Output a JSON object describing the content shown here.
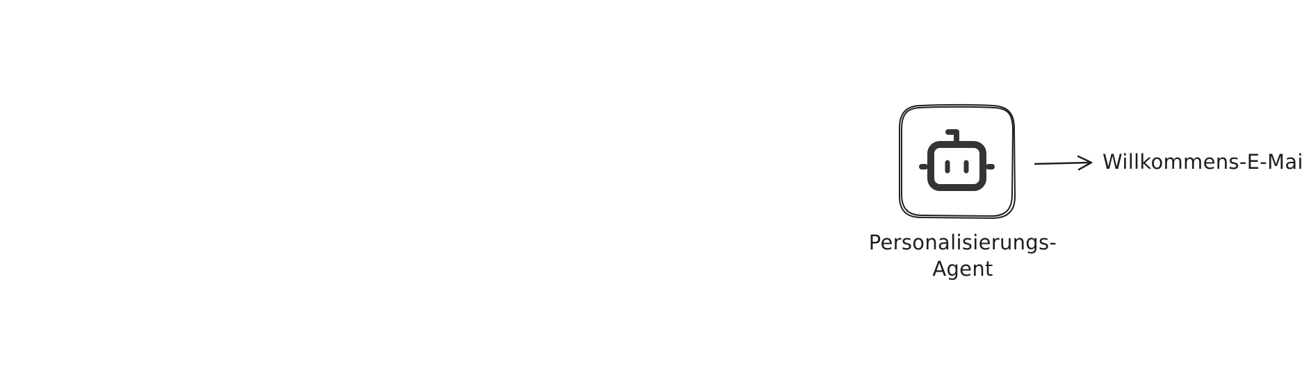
{
  "diagram": {
    "nodes": [
      {
        "id": "agent",
        "icon": "robot-icon",
        "label_line1": "Personalisierungs-",
        "label_line2": "Agent"
      }
    ],
    "output": {
      "label": "Willkommens-E-Mail"
    },
    "edges": [
      {
        "from": "agent",
        "to": "output"
      }
    ],
    "colors": {
      "stroke": "#1e1e1e",
      "icon": "#343434",
      "background": "#ffffff"
    }
  }
}
